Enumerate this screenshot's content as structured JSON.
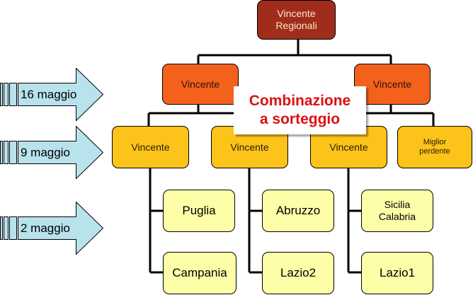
{
  "diagram": {
    "top": {
      "label_line1": "Vincente",
      "label_line2": "Regionali"
    },
    "round2": [
      {
        "label": "Vincente"
      },
      {
        "label": "Vincente"
      }
    ],
    "round1": [
      {
        "label": "Vincente"
      },
      {
        "label": "Vincente"
      },
      {
        "label": "Vincente"
      },
      {
        "label_line1": "Miglior",
        "label_line2": "perdente"
      }
    ],
    "leaves": [
      {
        "label": "Puglia"
      },
      {
        "label": "Abruzzo"
      },
      {
        "label_line1": "Sicilia",
        "label_line2": "Calabria"
      },
      {
        "label": "Campania"
      },
      {
        "label": "Lazio2"
      },
      {
        "label": "Lazio1"
      }
    ],
    "draw_note": {
      "line1": "Combinazione",
      "line2": "a sorteggio"
    },
    "dates": [
      {
        "label": "16 maggio"
      },
      {
        "label": "9 maggio"
      },
      {
        "label": "2 maggio"
      }
    ]
  },
  "colors": {
    "top": "#a02c1c",
    "round2": "#f4611d",
    "round1": "#fcc31a",
    "leaf": "#fefea8",
    "arrow": "#b8e2ec",
    "draw_text": "#dd1010"
  }
}
